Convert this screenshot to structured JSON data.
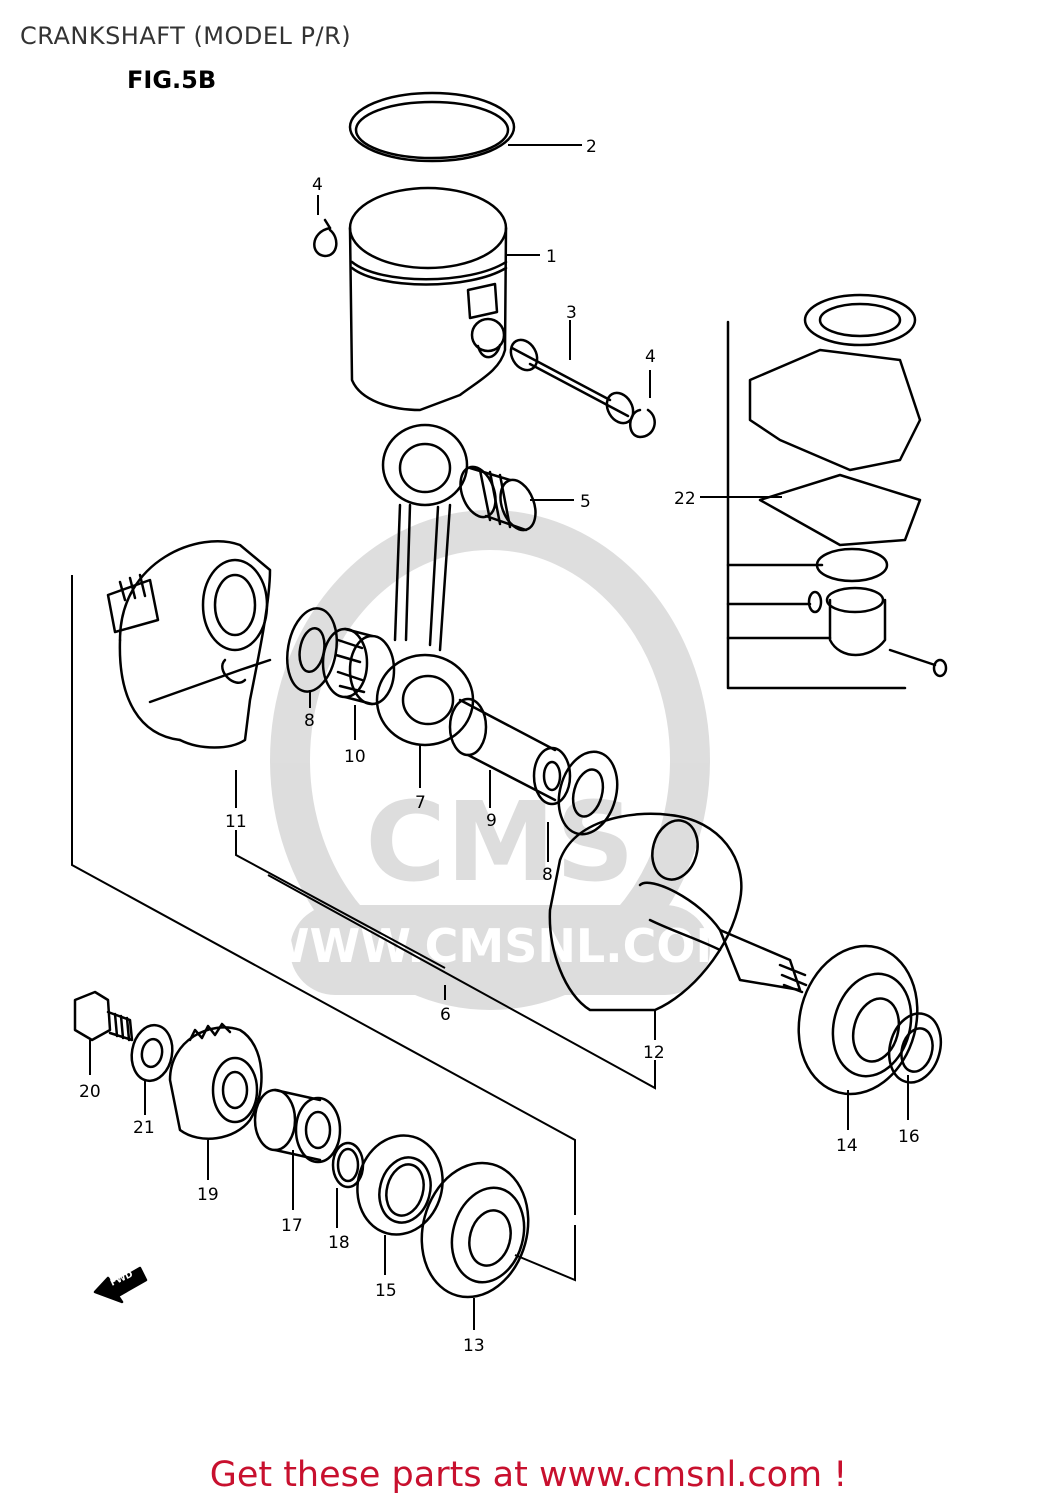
{
  "header": {
    "title": "CRANKSHAFT (MODEL P/R)",
    "figure": "FIG.5B"
  },
  "watermark": {
    "text": "WWW.CMSNL.COM",
    "logo_letters": "CMS"
  },
  "fwd_label": "FWD",
  "callouts": [
    {
      "id": "callout-2",
      "label": "2"
    },
    {
      "id": "callout-4a",
      "label": "4"
    },
    {
      "id": "callout-1",
      "label": "1"
    },
    {
      "id": "callout-3",
      "label": "3"
    },
    {
      "id": "callout-4b",
      "label": "4"
    },
    {
      "id": "callout-5",
      "label": "5"
    },
    {
      "id": "callout-22",
      "label": "22"
    },
    {
      "id": "callout-8a",
      "label": "8"
    },
    {
      "id": "callout-10",
      "label": "10"
    },
    {
      "id": "callout-7",
      "label": "7"
    },
    {
      "id": "callout-9",
      "label": "9"
    },
    {
      "id": "callout-11",
      "label": "11"
    },
    {
      "id": "callout-8b",
      "label": "8"
    },
    {
      "id": "callout-6",
      "label": "6"
    },
    {
      "id": "callout-12",
      "label": "12"
    },
    {
      "id": "callout-20",
      "label": "20"
    },
    {
      "id": "callout-21",
      "label": "21"
    },
    {
      "id": "callout-19",
      "label": "19"
    },
    {
      "id": "callout-17",
      "label": "17"
    },
    {
      "id": "callout-18",
      "label": "18"
    },
    {
      "id": "callout-15",
      "label": "15"
    },
    {
      "id": "callout-13",
      "label": "13"
    },
    {
      "id": "callout-14",
      "label": "14"
    },
    {
      "id": "callout-16",
      "label": "16"
    }
  ],
  "footer": {
    "text": "Get these parts at www.cmsnl.com !"
  }
}
